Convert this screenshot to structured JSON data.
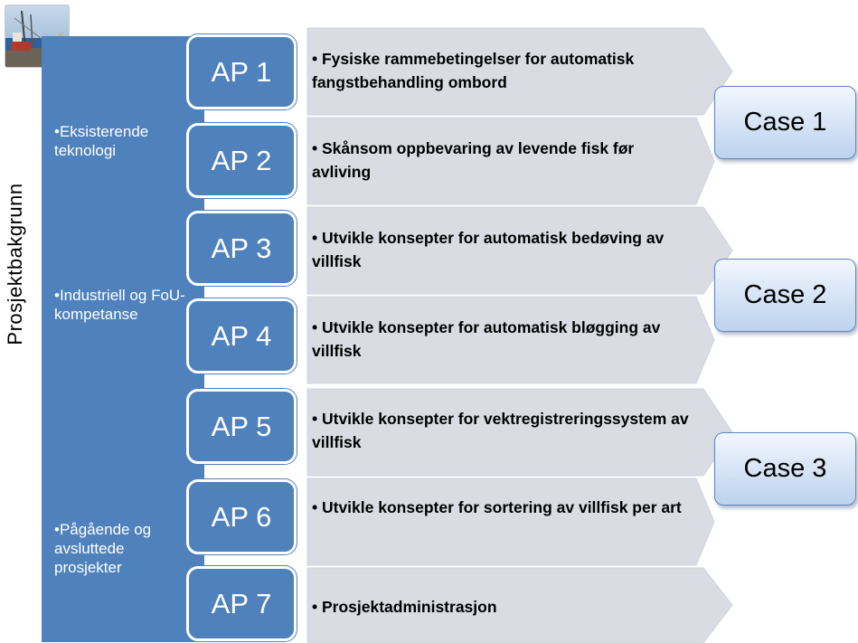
{
  "header": {
    "vertical_title": "Prosjektbakgrunn"
  },
  "background_items": [
    "•Eksisterende teknologi",
    "•Industriell og FoU-kompetanse",
    "•Pågående og avsluttede prosjekter"
  ],
  "work_packages": [
    {
      "label": "AP 1",
      "text": "• Fysiske rammebetingelser for automatisk fangstbehandling ombord"
    },
    {
      "label": "AP 2",
      "text": "• Skånsom oppbevaring av levende fisk før avliving"
    },
    {
      "label": "AP 3",
      "text": "• Utvikle konsepter for automatisk bedøving av villfisk"
    },
    {
      "label": "AP 4",
      "text": "• Utvikle konsepter for automatisk bløgging av villfisk"
    },
    {
      "label": "AP 5",
      "text": "• Utvikle konsepter for vektregistreringssystem av villfisk"
    },
    {
      "label": "AP 6",
      "text": "• Utvikle konsepter for sortering av villfisk per art"
    },
    {
      "label": "AP 7",
      "text": "• Prosjektadministrasjon"
    }
  ],
  "cases": [
    "Case 1",
    "Case 2",
    "Case 3"
  ],
  "colors": {
    "blue": "#4f81bd",
    "arrow_fill": "#d9dde3",
    "case_border": "#5e86bd"
  },
  "icons": {
    "photo": "fishing-vessel-photo"
  }
}
